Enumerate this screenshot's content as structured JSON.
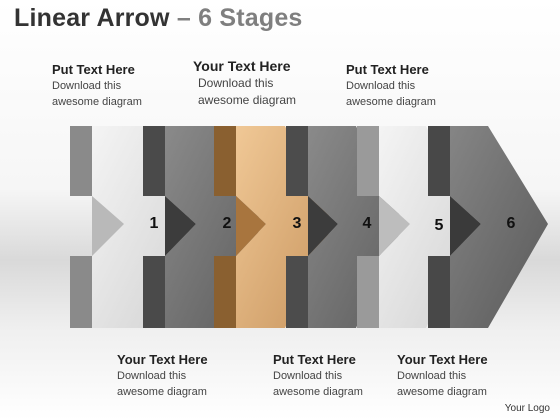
{
  "header": {
    "title": "Linear Arrow",
    "separator": "–",
    "subtitle": "6 Stages"
  },
  "diagram": {
    "stages": [
      {
        "number": "",
        "face": "#e4e4e4",
        "side": "#8a8a8a"
      },
      {
        "number": "1",
        "face": "#777777",
        "side": "#4a4a4a"
      },
      {
        "number": "2",
        "face": "#e2b480",
        "side": "#8a6030"
      },
      {
        "number": "3",
        "face": "#707070",
        "side": "#4c4c4c"
      },
      {
        "number": "4",
        "face": "#e6e6e6",
        "side": "#9a9a9a"
      },
      {
        "number": "5",
        "face": "#767676",
        "side": "#484848"
      },
      {
        "number": "6",
        "face": "",
        "side": ""
      }
    ]
  },
  "text_blocks": {
    "top_1": {
      "heading": "Put Text Here",
      "line1": "Download this",
      "line2": "awesome diagram"
    },
    "top_2": {
      "heading": "Your Text Here",
      "line1": "Download this",
      "line2": "awesome diagram"
    },
    "top_3": {
      "heading": "Put Text Here",
      "line1": "Download this",
      "line2": "awesome diagram"
    },
    "bottom_1": {
      "heading": "Your Text Here",
      "line1": "Download this",
      "line2": "awesome diagram"
    },
    "bottom_2": {
      "heading": "Put Text Here",
      "line1": "Download this",
      "line2": "awesome diagram"
    },
    "bottom_3": {
      "heading": "Your Text Here",
      "line1": "Download this",
      "line2": "awesome diagram"
    }
  },
  "footer": {
    "logo_text": "Your Logo"
  }
}
